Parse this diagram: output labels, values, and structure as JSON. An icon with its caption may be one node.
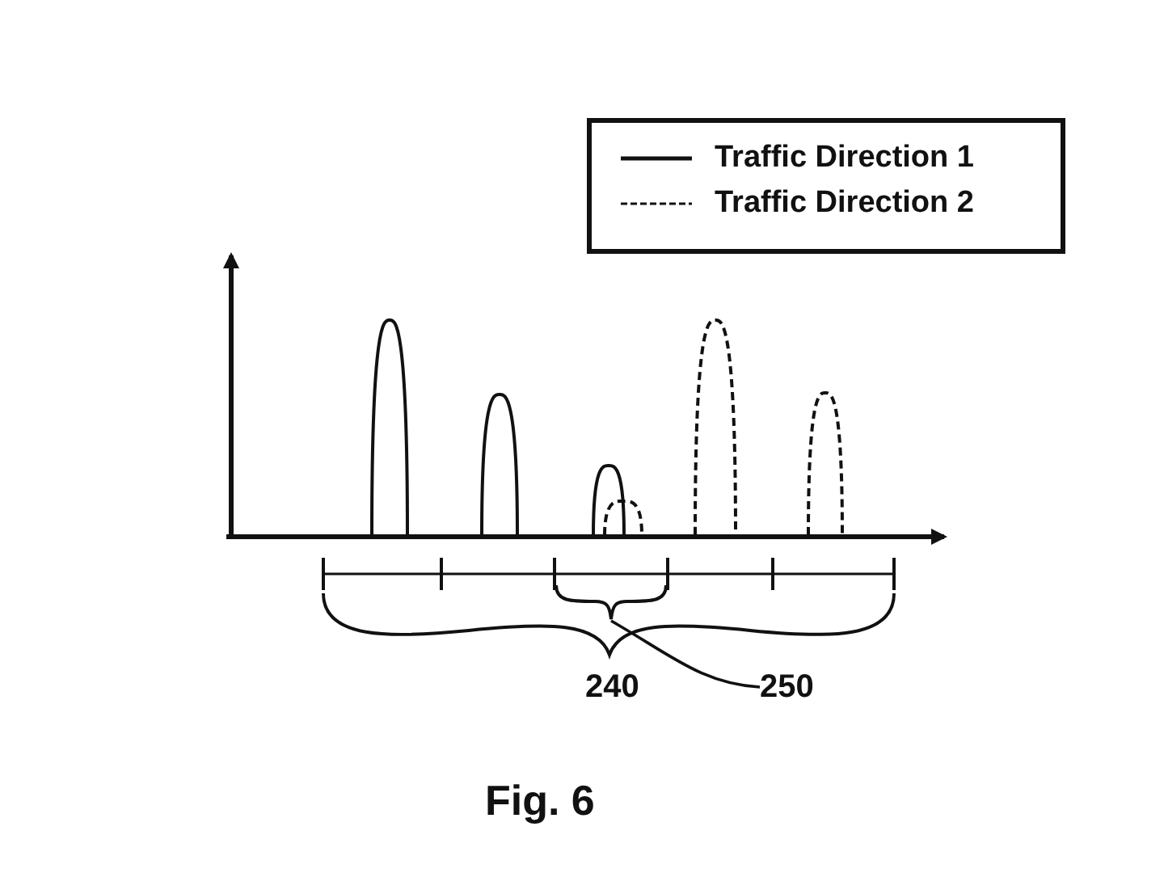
{
  "diagram": {
    "caption": "Fig. 6",
    "nodes": [
      {
        "text": [
          "250"
        ]
      },
      {
        "text": [],
        "shape": "bracket"
      }
    ],
    "edges": [
      {
        "from": 0,
        "to": 1,
        "arrow": "none"
      }
    ],
    "labels": [
      "240"
    ],
    "legend": [
      {
        "text": "Traffic Direction 1"
      },
      {
        "text": "Traffic Direction 2"
      }
    ]
  }
}
